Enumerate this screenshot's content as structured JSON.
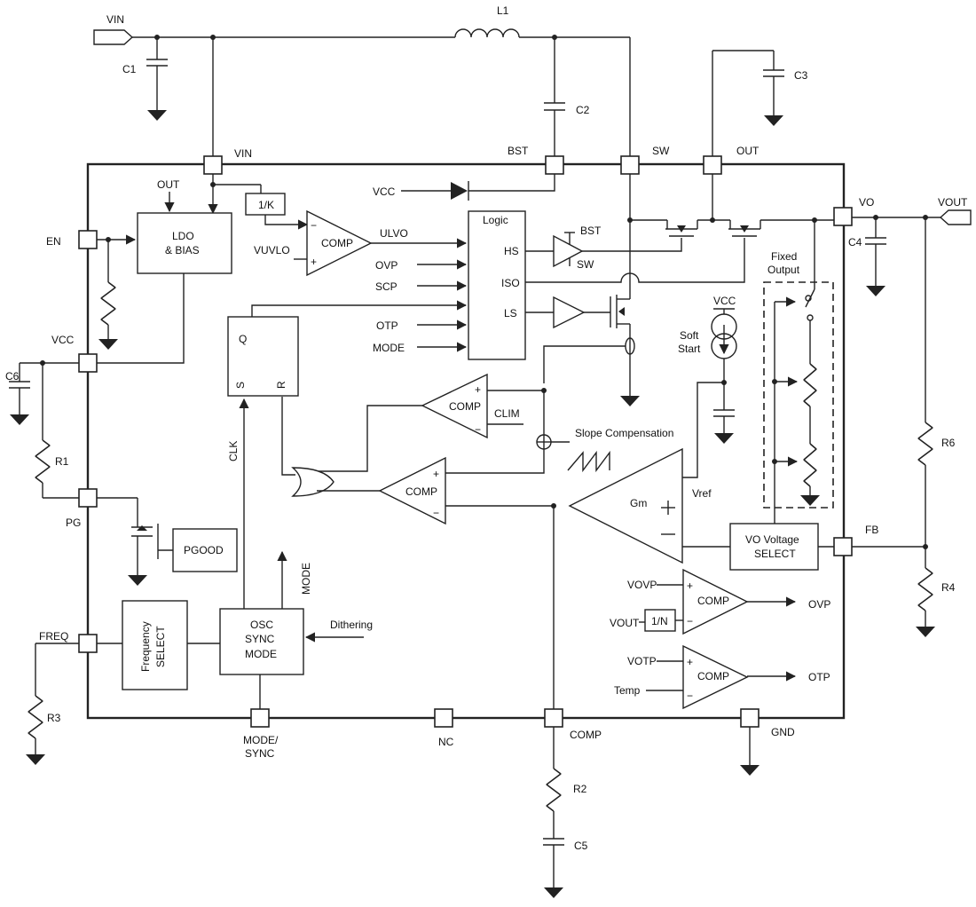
{
  "ports": {
    "vin": "VIN",
    "vout": "VOUT"
  },
  "pins": {
    "vin": "VIN",
    "bst": "BST",
    "sw": "SW",
    "out": "OUT",
    "vo": "VO",
    "en": "EN",
    "vcc": "VCC",
    "pg": "PG",
    "fb": "FB",
    "freq": "FREQ",
    "mode_sync_1": "MODE/",
    "mode_sync_2": "SYNC",
    "nc": "NC",
    "comp": "COMP",
    "gnd": "GND"
  },
  "components": {
    "l1": "L1",
    "c1": "C1",
    "c2": "C2",
    "c3": "C3",
    "c4": "C4",
    "c5": "C5",
    "c6": "C6",
    "r1": "R1",
    "r2": "R2",
    "r3": "R3",
    "r4": "R4",
    "r6": "R6"
  },
  "blocks": {
    "ldo_line1": "LDO",
    "ldo_line2": "& BIAS",
    "ldo_in": "OUT",
    "divider": "1/K",
    "vcc_in": "VCC",
    "uvlo_comp": "COMP",
    "uvlo_out": "ULVO",
    "vuvlo": "VUVLO",
    "minus": "−",
    "plus": "+",
    "logic_title": "Logic",
    "logic_hs": "HS",
    "logic_iso": "ISO",
    "logic_ls": "LS",
    "ovp": "OVP",
    "scp": "SCP",
    "otp": "OTP",
    "mode": "MODE",
    "drv_bst": "BST",
    "drv_sw": "SW",
    "latch_q": "Q",
    "latch_s": "S",
    "latch_r": "R",
    "clk": "CLK",
    "clim_comp": "COMP",
    "clim": "CLIM",
    "slope": "Slope Compensation",
    "pwm_comp": "COMP",
    "gm": "Gm",
    "vref": "Vref",
    "soft_vcc": "VCC",
    "soft_1": "Soft",
    "soft_2": "Start",
    "fixed_1": "Fixed",
    "fixed_2": "Output",
    "vosel_1": "VO Voltage",
    "vosel_2": "SELECT",
    "pgood": "PGOOD",
    "freq_1": "Frequency",
    "freq_2": "SELECT",
    "osc_1": "OSC",
    "osc_2": "SYNC",
    "osc_3": "MODE",
    "mode_out": "MODE",
    "dithering": "Dithering",
    "vovp": "VOVP",
    "vout_in": "VOUT",
    "div_n": "1/N",
    "ovp_comp": "COMP",
    "ovp_out": "OVP",
    "votp": "VOTP",
    "temp": "Temp",
    "otp_comp": "COMP",
    "otp_out": "OTP"
  }
}
